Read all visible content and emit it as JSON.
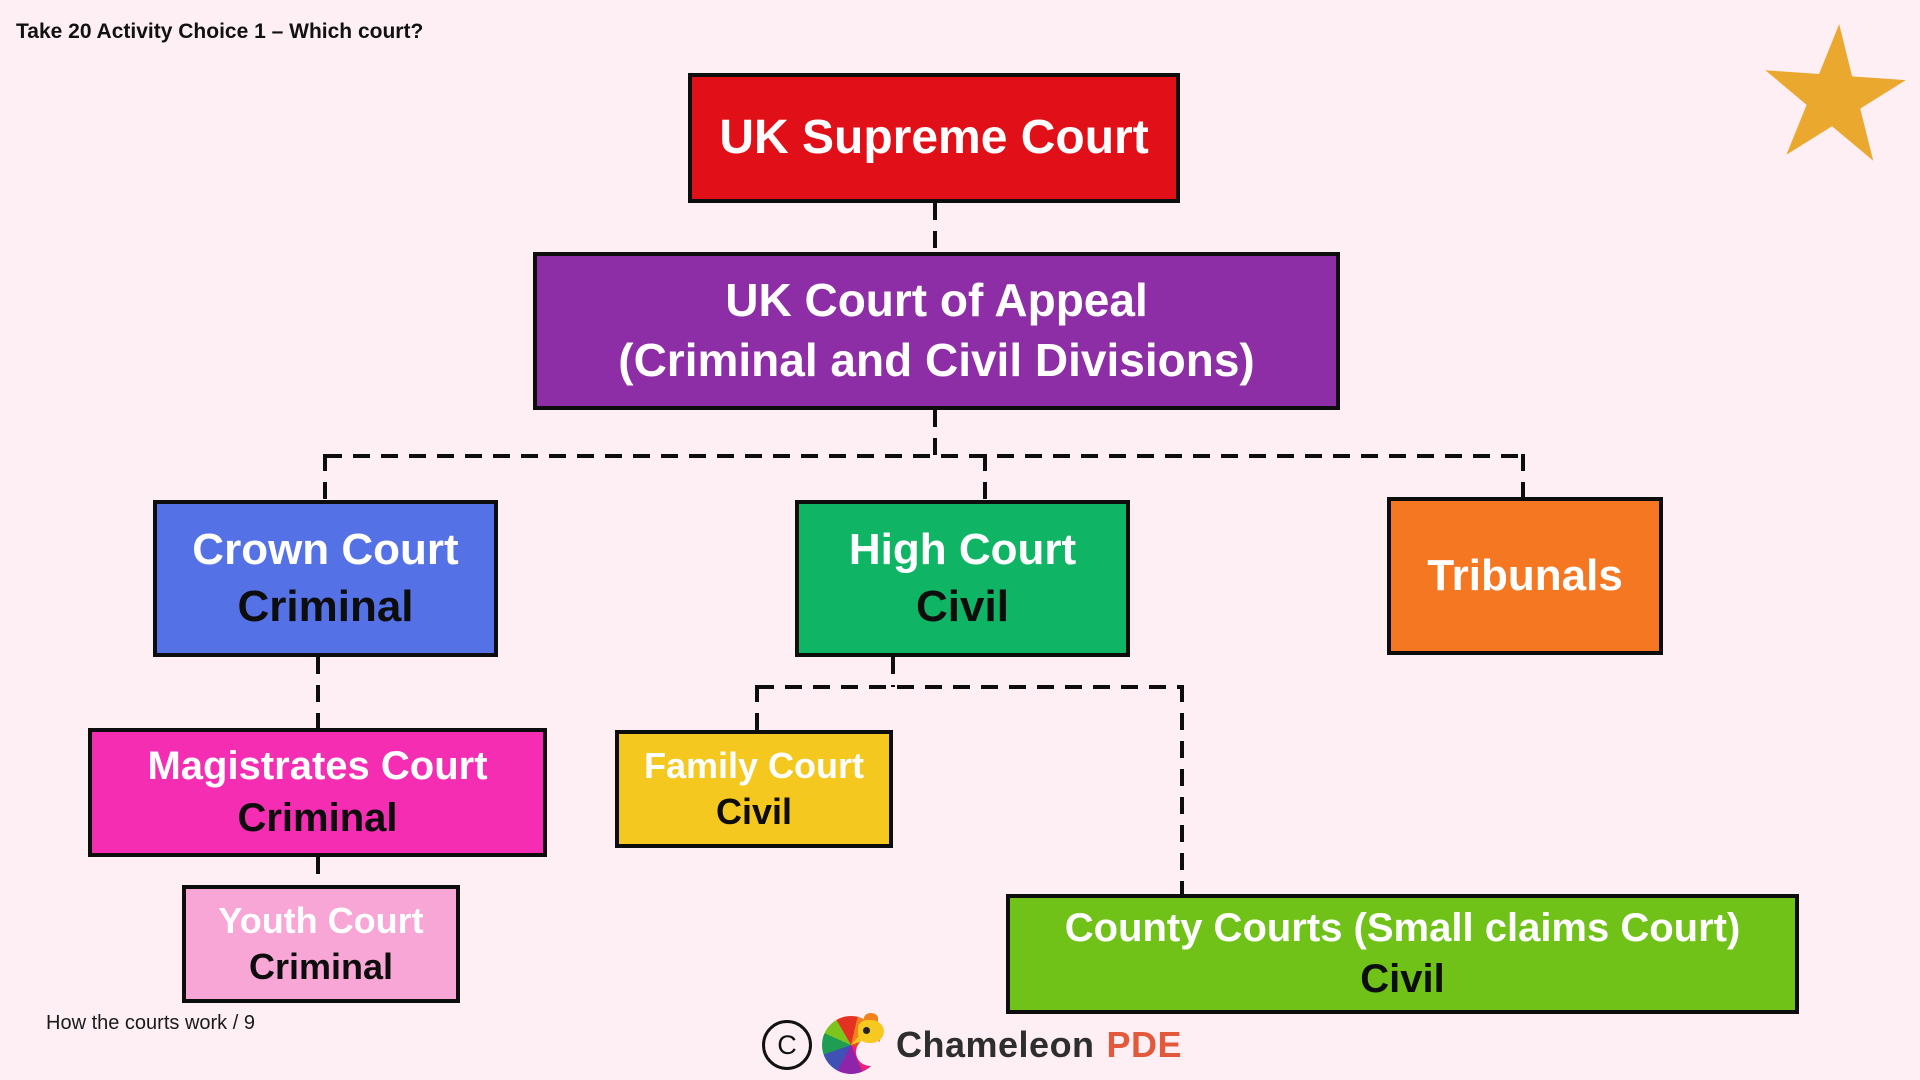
{
  "page": {
    "title": "Take 20 Activity Choice 1 – Which court?",
    "footer": "How the courts work / 9",
    "background": "#fdeff3"
  },
  "logo": {
    "copyright_symbol": "C",
    "name": "Chameleon",
    "suffix": "PDE",
    "name_color": "#2e2e2e",
    "suffix_color": "#e2593b"
  },
  "star": {
    "color": "#eba82f"
  },
  "diagram": {
    "line_color": "#0d0d0d",
    "nodes": {
      "supreme": {
        "label": "UK Supreme Court",
        "sublabel": "",
        "bg": "#e11018",
        "label_color": "#ffffff",
        "sublabel_color": "#0d0d0d"
      },
      "appeal": {
        "label": "UK Court of Appeal",
        "sublabel": "(Criminal and Civil Divisions)",
        "bg": "#8e2ea6",
        "label_color": "#ffffff",
        "sublabel_color": "#ffffff"
      },
      "crown": {
        "label": "Crown Court",
        "sublabel": "Criminal",
        "bg": "#5571e6",
        "label_color": "#ffffff",
        "sublabel_color": "#0d0d0d"
      },
      "high": {
        "label": "High Court",
        "sublabel": "Civil",
        "bg": "#0fb564",
        "label_color": "#ffffff",
        "sublabel_color": "#0d0d0d"
      },
      "tribunals": {
        "label": "Tribunals",
        "sublabel": "",
        "bg": "#f57722",
        "label_color": "#ffffff",
        "sublabel_color": "#0d0d0d"
      },
      "magistrates": {
        "label": "Magistrates Court",
        "sublabel": "Criminal",
        "bg": "#f42db2",
        "label_color": "#ffffff",
        "sublabel_color": "#0d0d0d"
      },
      "family": {
        "label": "Family Court",
        "sublabel": "Civil",
        "bg": "#f4c81f",
        "label_color": "#ffffff",
        "sublabel_color": "#0d0d0d"
      },
      "youth": {
        "label": "Youth Court",
        "sublabel": "Criminal",
        "bg": "#f7a6d6",
        "label_color": "#ffffff",
        "sublabel_color": "#0d0d0d"
      },
      "county": {
        "label": "County Courts (Small claims Court)",
        "sublabel": "Civil",
        "bg": "#70c118",
        "label_color": "#ffffff",
        "sublabel_color": "#0d0d0d"
      }
    },
    "edges": [
      {
        "from": "supreme",
        "to": "appeal"
      },
      {
        "from": "appeal",
        "to": "crown"
      },
      {
        "from": "appeal",
        "to": "high"
      },
      {
        "from": "appeal",
        "to": "tribunals"
      },
      {
        "from": "crown",
        "to": "magistrates"
      },
      {
        "from": "magistrates",
        "to": "youth"
      },
      {
        "from": "high",
        "to": "family"
      },
      {
        "from": "high",
        "to": "county"
      }
    ]
  }
}
